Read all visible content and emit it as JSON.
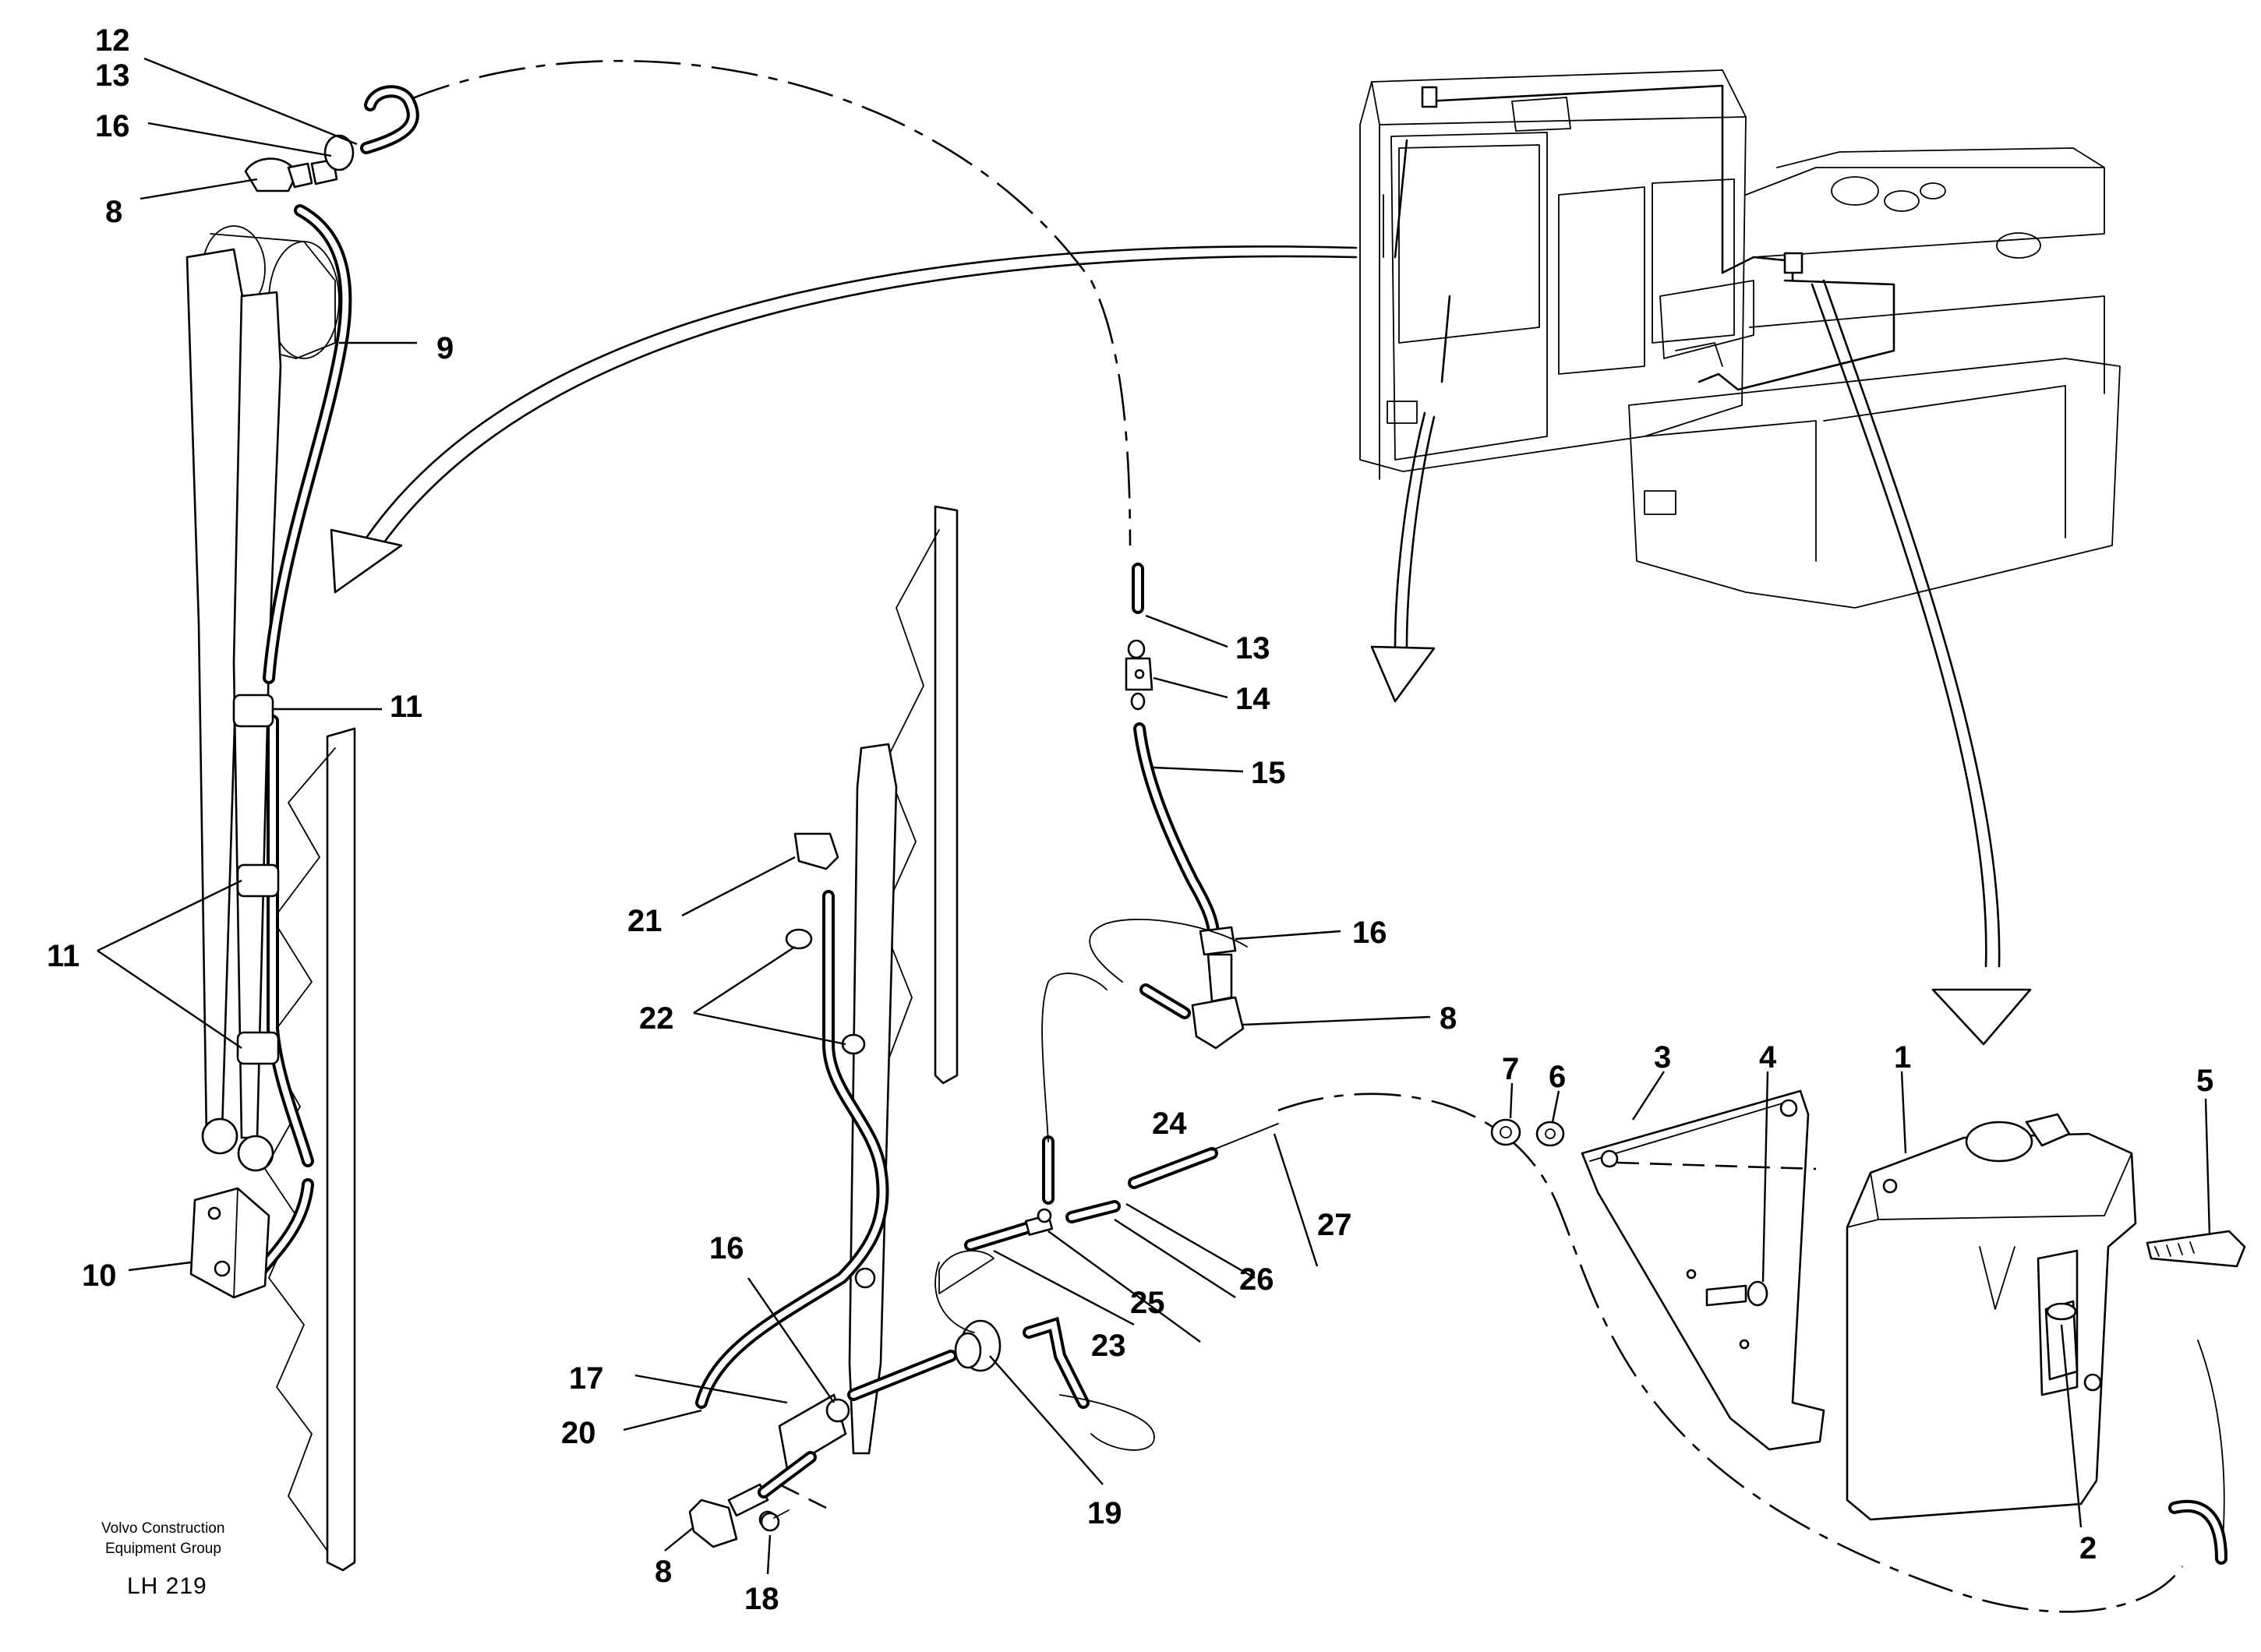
{
  "callouts": {
    "c12": "12",
    "c13a": "13",
    "c16a": "16",
    "c8a": "8",
    "c9": "9",
    "c11a": "11",
    "c11b": "11",
    "c10": "10",
    "c13b": "13",
    "c14": "14",
    "c15": "15",
    "c16b": "16",
    "c8b": "8",
    "c21": "21",
    "c22": "22",
    "c24": "24",
    "c27": "27",
    "c26": "26",
    "c25": "25",
    "c23": "23",
    "c16c": "16",
    "c17": "17",
    "c20": "20",
    "c19": "19",
    "c8c": "8",
    "c18": "18",
    "c7": "7",
    "c6": "6",
    "c3": "3",
    "c4": "4",
    "c1": "1",
    "c5": "5",
    "c2": "2"
  },
  "footer": {
    "line1": "Volvo Construction",
    "line2": "Equipment Group",
    "code": "LH 219"
  }
}
